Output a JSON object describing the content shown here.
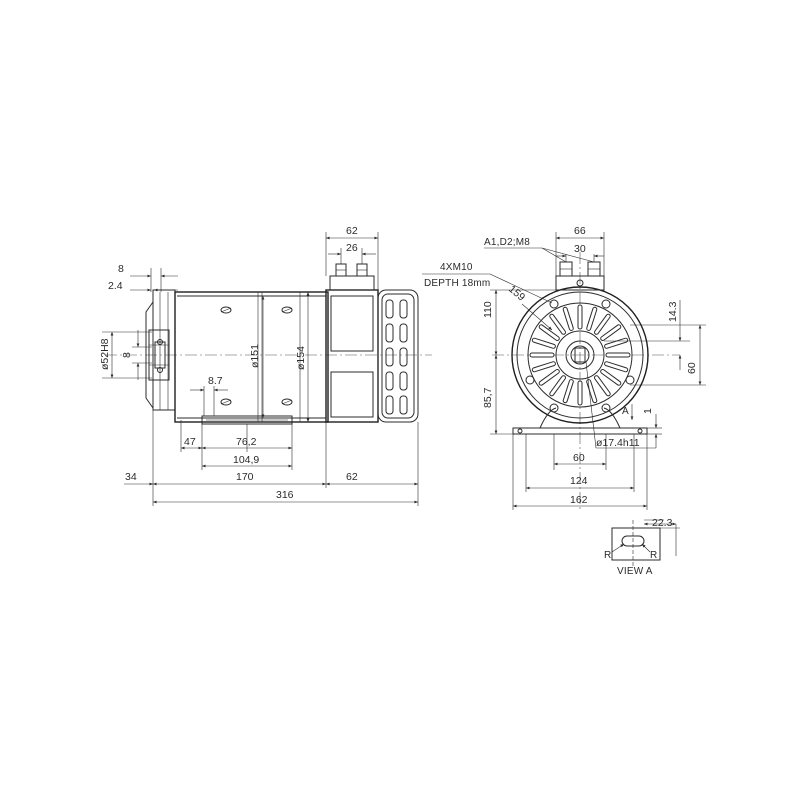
{
  "side_view": {
    "dim_top_8": "8",
    "dim_top_2_4": "2.4",
    "dim_bore": "ø52H8",
    "dim_key": "8",
    "dim_d151": "ø151",
    "dim_d154": "ø154",
    "dim_8_7": "8.7",
    "dim_62_top": "62",
    "dim_26": "26",
    "dim_47": "47",
    "dim_76_2": "76,2",
    "dim_104_9": "104,9",
    "dim_34": "34",
    "dim_170": "170",
    "dim_62_bottom": "62",
    "dim_316": "316"
  },
  "end_view": {
    "dim_66": "66",
    "label_terminals": "A1,D2;M8",
    "dim_30": "30",
    "label_holes": "4XM10",
    "label_depth": "DEPTH 18mm",
    "dim_159": "159",
    "dim_110": "110",
    "dim_14_3": "14.3",
    "dim_60_v": "60",
    "dim_85_7": "85,7",
    "label_a": "A",
    "dim_1": "1",
    "dim_shaft": "ø17.4h11",
    "dim_60_h": "60",
    "dim_124": "124",
    "dim_162": "162"
  },
  "view_a": {
    "dim_22_3": "22.3",
    "label_r1": "R",
    "label_r2": "R",
    "title": "VIEW A"
  }
}
